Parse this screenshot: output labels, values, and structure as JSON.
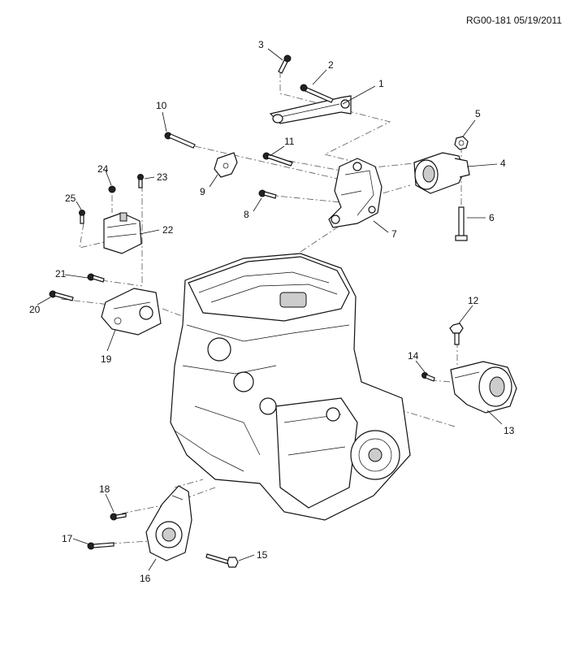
{
  "reference": "RG00-181 05/19/2011",
  "callouts": [
    "1",
    "2",
    "3",
    "4",
    "5",
    "6",
    "7",
    "8",
    "9",
    "10",
    "11",
    "12",
    "13",
    "14",
    "15",
    "16",
    "17",
    "18",
    "19",
    "20",
    "21",
    "22",
    "23",
    "24",
    "25"
  ]
}
